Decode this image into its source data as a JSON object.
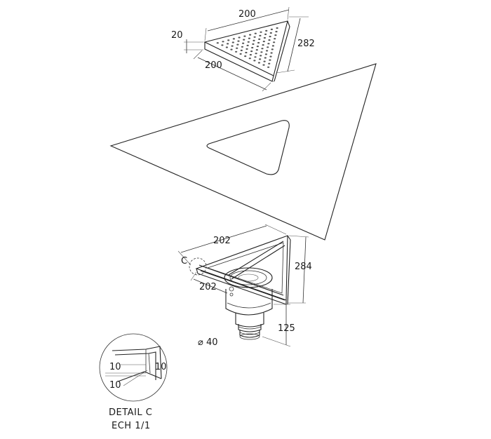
{
  "grate": {
    "dim_top": "200",
    "dim_left_height": "20",
    "dim_bottom": "200",
    "dim_right": "282"
  },
  "drain": {
    "dim_top": "202",
    "dim_right": "284",
    "dim_bottom": "202",
    "detail_marker": "C",
    "dim_height": "125",
    "dim_diameter": "⌀ 40"
  },
  "detail": {
    "dim_a": "10",
    "dim_b": "10",
    "dim_c": "10",
    "caption_line1": "DETAIL C",
    "caption_line2": "ECH 1/1"
  }
}
